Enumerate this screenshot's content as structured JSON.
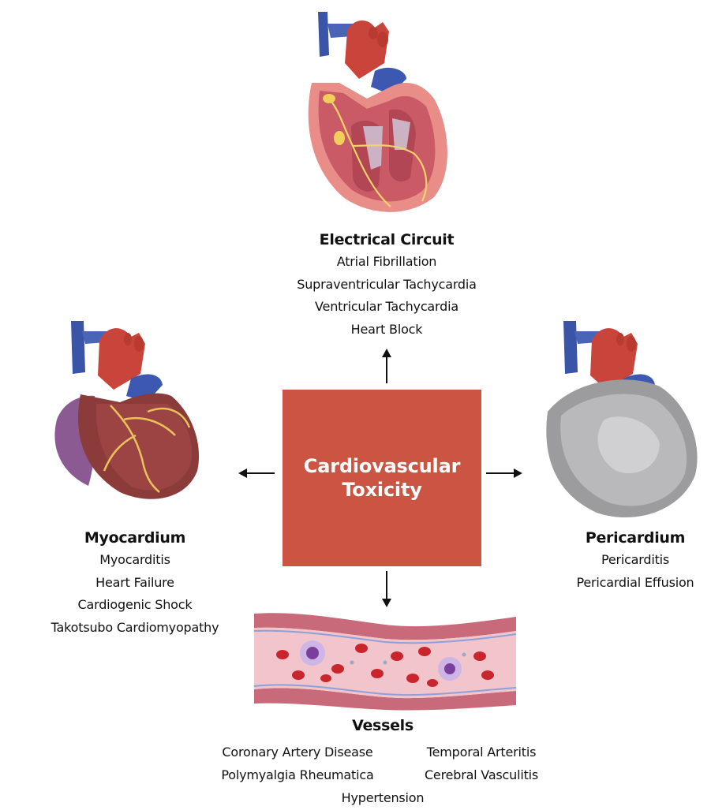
{
  "center": {
    "line1": "Cardiovascular",
    "line2": "Toxicity"
  },
  "electrical": {
    "title": "Electrical Circuit",
    "items": [
      "Atrial Fibrillation",
      "Supraventricular Tachycardia",
      "Ventricular Tachycardia",
      "Heart Block"
    ]
  },
  "myocardium": {
    "title": "Myocardium",
    "items": [
      "Myocarditis",
      "Heart Failure",
      "Cardiogenic Shock",
      "Takotsubo Cardiomyopathy"
    ]
  },
  "pericardium": {
    "title": "Pericardium",
    "items": [
      "Pericarditis",
      "Pericardial Effusion"
    ]
  },
  "vessels": {
    "title": "Vessels",
    "left_items": [
      "Coronary Artery Disease",
      "Polymyalgia Rheumatica"
    ],
    "right_items": [
      "Temporal Arteritis",
      "Cerebral Vasculitis"
    ],
    "bottom_item": "Hypertension"
  },
  "colors": {
    "center_box": "#cb5443",
    "arrow": "#111111"
  }
}
